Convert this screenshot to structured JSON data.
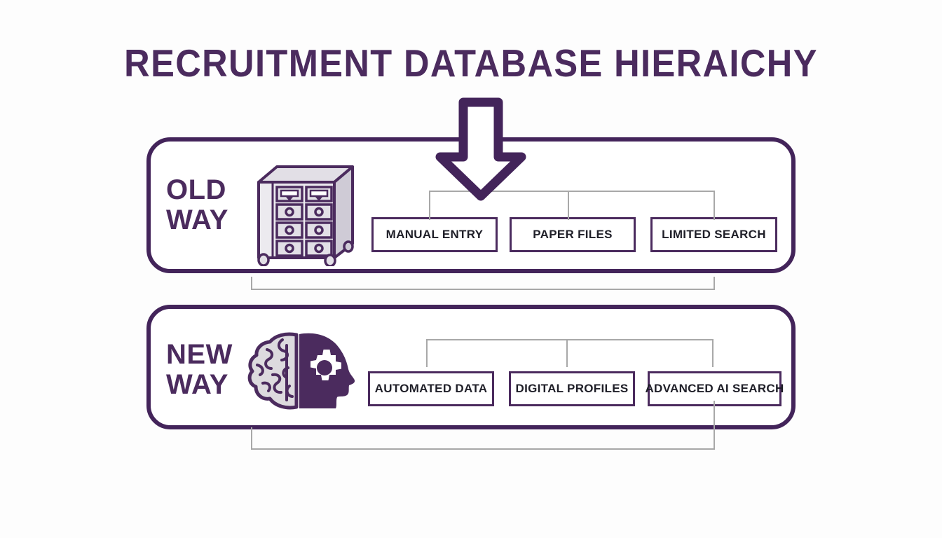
{
  "page": {
    "title": "RECRUITMENT DATABASE HIERAICHY",
    "background_color": "#fdfdfd",
    "accent_color": "#4b2b5e",
    "border_color": "#43245a",
    "connector_color": "#a8a8a8",
    "leaf_text_color": "#1f1f28"
  },
  "arrow": {
    "name": "down-arrow",
    "direction": "down",
    "color": "#43245a"
  },
  "rows": [
    {
      "id": "old",
      "label": "OLD\nWAY",
      "icon": "filing-cabinet-icon",
      "leaves": [
        {
          "label": "MANUAL ENTRY"
        },
        {
          "label": "PAPER FILES"
        },
        {
          "label": "LIMITED SEARCH"
        }
      ]
    },
    {
      "id": "new",
      "label": "NEW\nWAY",
      "icon": "brain-ai-head-icon",
      "leaves": [
        {
          "label": "AUTOMATED DATA"
        },
        {
          "label": "DIGITAL PROFILES"
        },
        {
          "label": "ADVANCED AI SEARCH"
        }
      ]
    }
  ]
}
